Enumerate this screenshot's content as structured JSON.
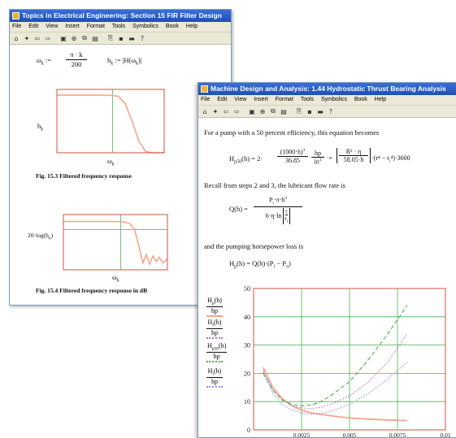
{
  "window1": {
    "title": "Topics in Electrical Engineering: Section 15 FIR Filter Design",
    "menu": [
      "File",
      "Edit",
      "View",
      "Insert",
      "Format",
      "Tools",
      "Symbolics",
      "Book",
      "Help"
    ],
    "eq_omega_lhs": "ω",
    "eq_omega_sub": "k",
    "eq_omega_num": "π · k",
    "eq_omega_den": "200",
    "eq_h": "h",
    "eq_h_sub": "k",
    "eq_h_rhs": "|H(ω",
    "eq_h_rhs_end": ")|",
    "plot1_ylabel": "h",
    "plot1_ylabel_sub": "k",
    "plot1_xlabel": "ω",
    "plot1_xlabel_sub": "k",
    "caption1": "Fig. 15.3 Filtered frequency response",
    "plot2_ylabel": "20·log(h",
    "plot2_ylabel_sub": "k",
    "plot2_ylabel_end": ")",
    "plot2_xlabel": "ω",
    "plot2_xlabel_sub": "k",
    "caption2": "Fig. 15.4 Filtered frequency response in dB"
  },
  "window2": {
    "title": "Machine Design and Analysis: 1.44 Hydrostatic Thrust Bearing Analysis",
    "menu": [
      "File",
      "Edit",
      "View",
      "Insert",
      "Format",
      "Tools",
      "Symbolics",
      "Book",
      "Help"
    ],
    "text1": "For a pump with a 50 percent efficiency, this equation becomes",
    "eq1_lhs": "H",
    "eq1_lhs_sub": "p50",
    "eq1_lhs_arg": "(h) = 2·",
    "eq1_frac1_num": "(1000·h)",
    "eq1_frac1_num_sup": "3",
    "eq1_frac1_den": "36.85",
    "eq1_unit_num": "hp",
    "eq1_unit_den": "in",
    "eq1_unit_den_sup": "3",
    "eq1_frac2_num": "R² · η",
    "eq1_frac2_den": "58.05·h",
    "eq1_tail": "·(r⁴ − r",
    "eq1_tail_sub": "i",
    "eq1_tail_end": "⁴)·3600",
    "text2": "Recall from steps 2 and 3, the lubricant flow rate is",
    "eq2_lhs": "Q(h) =",
    "eq2_num": "P",
    "eq2_num_sub": "i",
    "eq2_num_end": "·π·h",
    "eq2_num_sup": "3",
    "eq2_den": "6·η·ln",
    "eq2_den_frac_num": "r",
    "eq2_den_frac_den": "r",
    "eq2_den_frac_den_sub": "i",
    "text3": "and the pumping horsepower loss is",
    "eq3": "H",
    "eq3_sub": "p",
    "eq3_rest": "(h) = Q(h)·(P",
    "eq3_sub2": "i",
    "eq3_rest2": " − P",
    "eq3_sub3": "o",
    "eq3_end": ")",
    "legend": [
      {
        "num": "H",
        "sub": "p",
        "arg": "(h)",
        "den": "hp"
      },
      {
        "num": "H",
        "sub": "f",
        "arg": "(h)",
        "den": "hp"
      },
      {
        "num": "H",
        "sub": "p50",
        "arg": "(h)",
        "den": "hp"
      },
      {
        "num": "H",
        "sub": "t",
        "arg": "(h)",
        "den": "hp"
      }
    ]
  },
  "chart_data": [
    {
      "type": "line",
      "name": "fig-15-3",
      "x": [
        0,
        0.5,
        1.0,
        1.5,
        1.8,
        2.0,
        2.2,
        2.4,
        2.6,
        2.8,
        3.0,
        3.14
      ],
      "series": [
        {
          "values": [
            1,
            1,
            1,
            1,
            0.98,
            0.85,
            0.55,
            0.2,
            0.02,
            0,
            0,
            0
          ]
        }
      ],
      "ylim": [
        0,
        1.1
      ],
      "xlim": [
        0,
        3.14
      ],
      "grid": true,
      "colors": {
        "curve": "#f6a58a",
        "grid": "#4caf50",
        "frame": "#d4503e"
      }
    },
    {
      "type": "line",
      "name": "fig-15-4",
      "x": [
        0,
        0.5,
        1.0,
        1.5,
        1.8,
        2.0,
        2.15,
        2.3,
        2.4,
        2.5,
        2.6,
        2.7,
        2.8,
        2.9,
        3.0,
        3.14
      ],
      "series": [
        {
          "values": [
            0,
            0,
            0,
            0,
            -0.5,
            -3,
            -12,
            -40,
            -60,
            -48,
            -62,
            -50,
            -58,
            -52,
            -60,
            -55
          ]
        }
      ],
      "ylim": [
        -70,
        10
      ],
      "xlim": [
        0,
        3.14
      ],
      "grid": true,
      "colors": {
        "curve": "#f6a58a",
        "grid": "#4caf50",
        "frame": "#d4503e"
      }
    },
    {
      "type": "line",
      "name": "thrust-bearing-horsepower",
      "yticks": [
        0,
        10,
        20,
        30,
        40,
        50
      ],
      "xticks_labels": [
        "0.0025",
        "0.005",
        "0.0075",
        "0.01"
      ],
      "xlim": [
        0,
        0.01
      ],
      "ylim": [
        0,
        50
      ],
      "grid": true,
      "x": [
        0.0005,
        0.001,
        0.0015,
        0.002,
        0.0025,
        0.003,
        0.0035,
        0.004,
        0.005,
        0.006,
        0.007,
        0.0075,
        0.008
      ],
      "series": [
        {
          "values": [
            22,
            15,
            11,
            8.5,
            7,
            6,
            5.5,
            5,
            4.2,
            3.8,
            3.5,
            3.4,
            3.3
          ],
          "color": "#f2a58c",
          "style": "solid"
        },
        {
          "values": [
            21,
            14,
            10.5,
            8.5,
            7.8,
            7.5,
            8,
            9,
            12,
            17,
            24,
            29,
            34
          ],
          "color": "#c070c0",
          "style": "dotted"
        },
        {
          "values": [
            20,
            14,
            10.5,
            9,
            8.5,
            8.8,
            10,
            12,
            17,
            25,
            34,
            39,
            44
          ],
          "color": "#4caf50",
          "style": "dashed"
        },
        {
          "values": [
            20.5,
            13,
            9,
            7,
            6,
            5.5,
            5.8,
            6.5,
            9,
            13,
            18,
            21,
            24
          ],
          "color": "#9090e0",
          "style": "dotted"
        }
      ]
    }
  ],
  "colors": {
    "titlebar": "#2a5fc8",
    "chrome": "#ece9d8",
    "grid": "#4caf50",
    "frame": "#d4503e",
    "curve": "#f6a58a"
  }
}
